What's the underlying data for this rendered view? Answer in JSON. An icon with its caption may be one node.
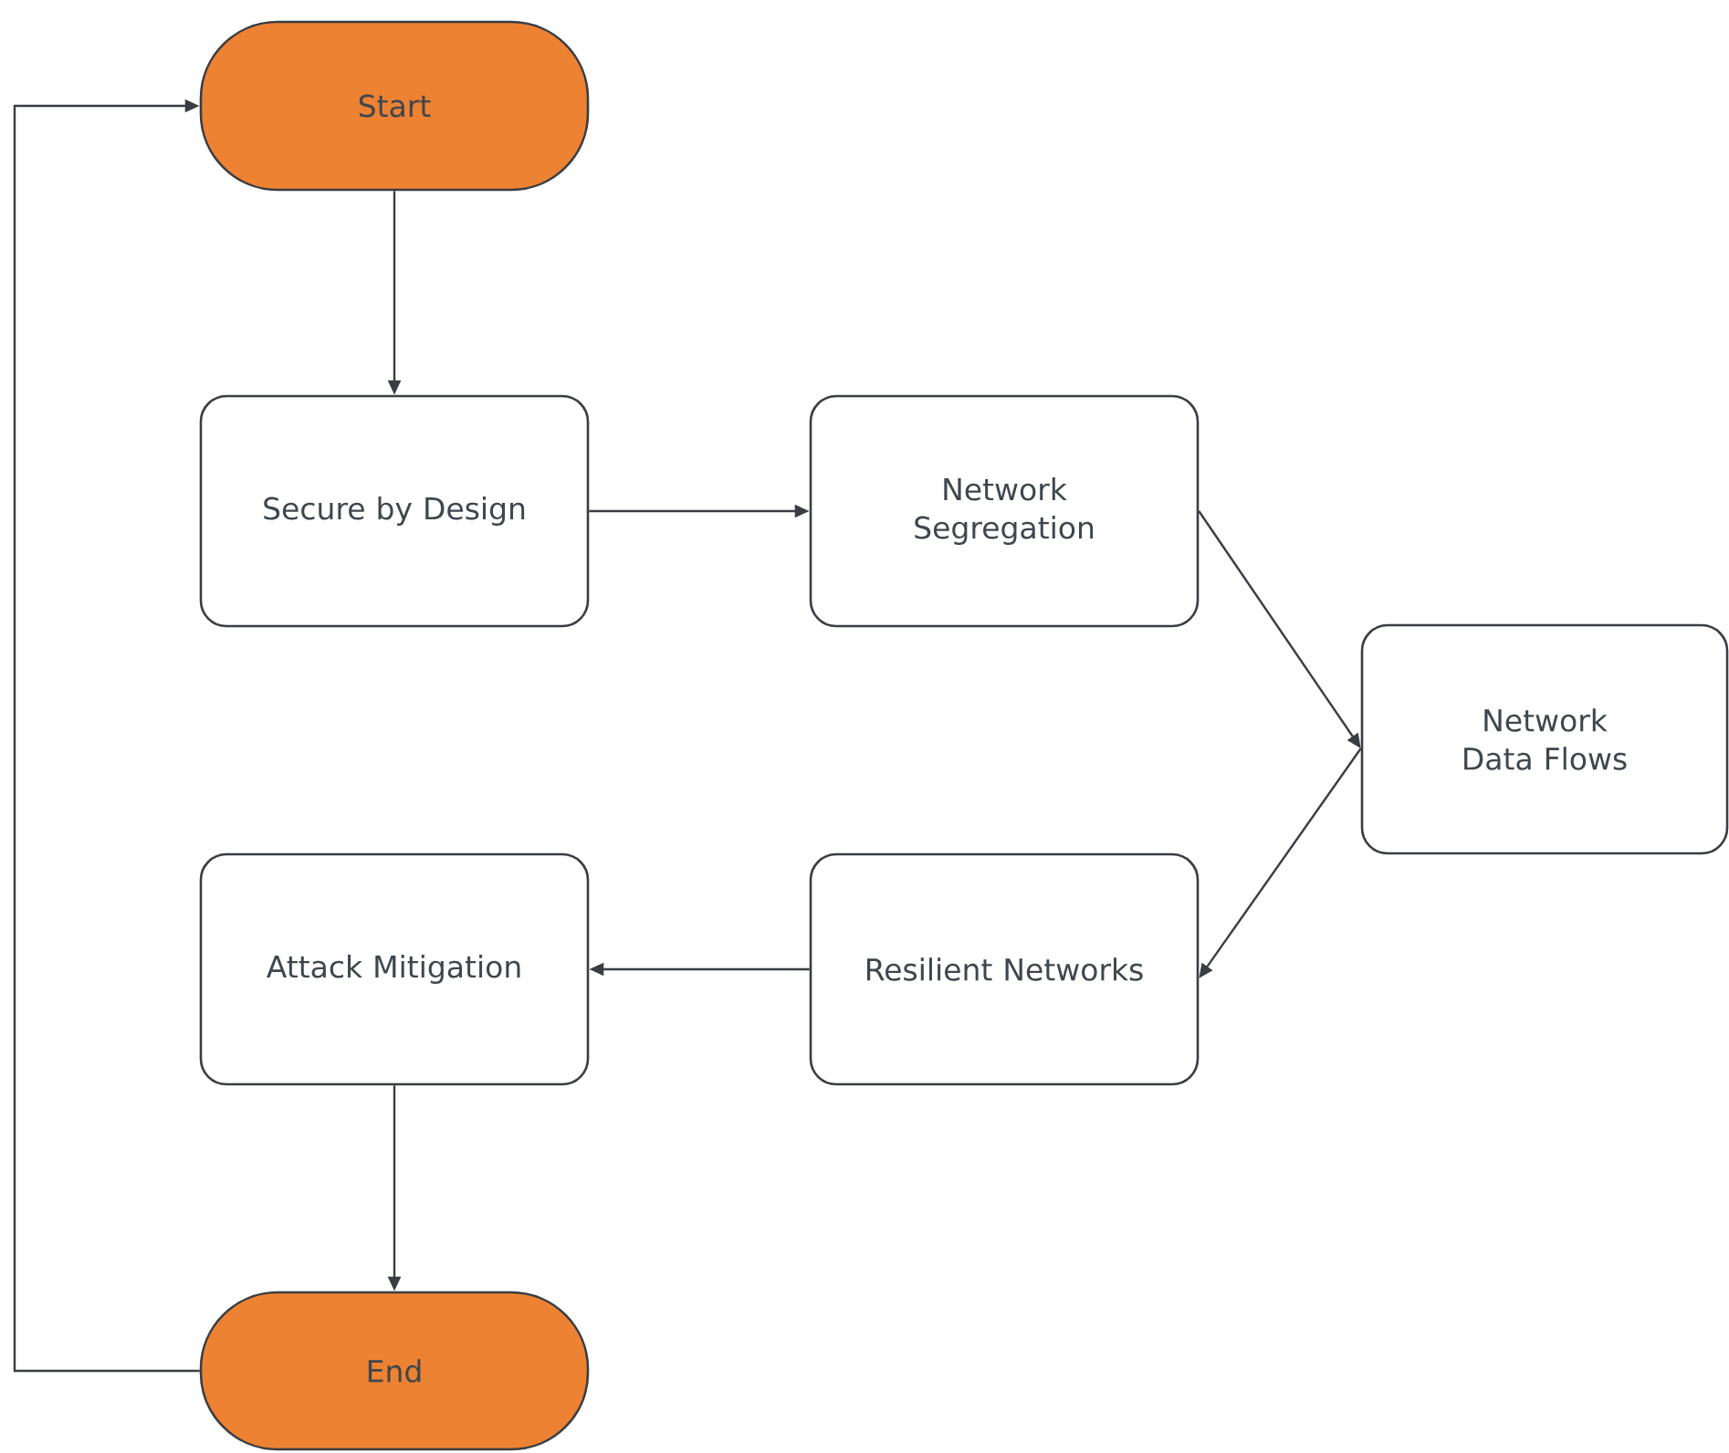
{
  "diagram": {
    "nodes": [
      {
        "text": [
          "Start"
        ]
      },
      {
        "text": [
          "Secure by Design"
        ]
      },
      {
        "text": [
          "Network Segregation"
        ]
      },
      {
        "text": [
          "Network Data Flows"
        ]
      },
      {
        "text": [
          "Resilient Networks"
        ]
      },
      {
        "text": [
          "Attack Mitigation"
        ]
      },
      {
        "text": [
          "End"
        ]
      }
    ],
    "edges": [
      {
        "from": 0,
        "to": 1,
        "arrow": "to"
      },
      {
        "from": 1,
        "to": 2,
        "arrow": "to"
      },
      {
        "from": 2,
        "to": 3,
        "arrow": "to"
      },
      {
        "from": 3,
        "to": 4,
        "arrow": "to"
      },
      {
        "from": 4,
        "to": 5,
        "arrow": "to"
      },
      {
        "from": 5,
        "to": 6,
        "arrow": "to"
      },
      {
        "from": 6,
        "to": 0,
        "arrow": "to"
      }
    ]
  }
}
